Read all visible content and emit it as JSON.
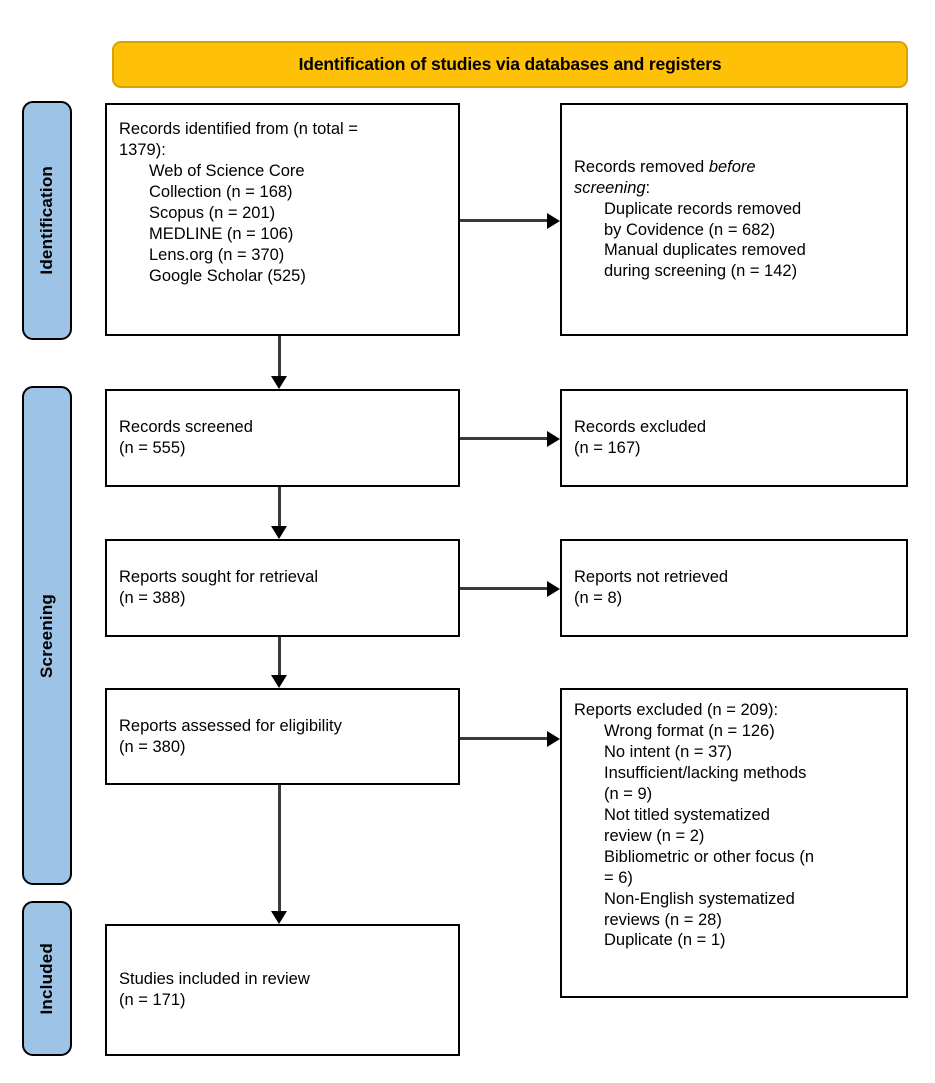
{
  "banner": {
    "title": "Identification of studies via databases and registers"
  },
  "stages": [
    {
      "id": "identification",
      "label": "Identification"
    },
    {
      "id": "screening",
      "label": "Screening"
    },
    {
      "id": "included",
      "label": "Included"
    }
  ],
  "boxes": {
    "identified": {
      "lines": [
        {
          "text": "Records identified from (n total =",
          "indent": false
        },
        {
          "text": "1379):",
          "indent": false
        },
        {
          "text": "Web of Science Core",
          "indent": true
        },
        {
          "text": "Collection (n = 168)",
          "indent": true
        },
        {
          "text": "Scopus (n = 201)",
          "indent": true
        },
        {
          "text": "MEDLINE (n = 106)",
          "indent": true
        },
        {
          "text": "Lens.org (n = 370)",
          "indent": true
        },
        {
          "text": "Google Scholar (525)",
          "indent": true
        }
      ]
    },
    "removed": {
      "lines": [
        {
          "text": "Records removed ",
          "indent": false,
          "italic_tail": "before"
        },
        {
          "text": "",
          "indent": false,
          "italic_lead": "screening",
          "tail": ":"
        },
        {
          "text": "Duplicate records removed",
          "indent": true
        },
        {
          "text": "by Covidence (n = 682)",
          "indent": true
        },
        {
          "text": "Manual duplicates removed",
          "indent": true
        },
        {
          "text": "during screening (n = 142)",
          "indent": true
        }
      ]
    },
    "screened": {
      "lines": [
        {
          "text": "Records screened",
          "indent": false
        },
        {
          "text": "(n = 555)",
          "indent": false
        }
      ]
    },
    "excluded": {
      "lines": [
        {
          "text": "Records excluded",
          "indent": false
        },
        {
          "text": "(n = 167)",
          "indent": false
        }
      ]
    },
    "sought": {
      "lines": [
        {
          "text": "Reports sought for retrieval",
          "indent": false
        },
        {
          "text": "(n = 388)",
          "indent": false
        }
      ]
    },
    "not_retrieved": {
      "lines": [
        {
          "text": "Reports not retrieved",
          "indent": false
        },
        {
          "text": "(n = 8)",
          "indent": false
        }
      ]
    },
    "assessed": {
      "lines": [
        {
          "text": "Reports assessed for eligibility",
          "indent": false
        },
        {
          "text": "(n = 380)",
          "indent": false
        }
      ]
    },
    "reports_excluded": {
      "lines": [
        {
          "text": "Reports excluded (n = 209):",
          "indent": false
        },
        {
          "text": "Wrong format (n = 126)",
          "indent": true
        },
        {
          "text": "No intent (n = 37)",
          "indent": true
        },
        {
          "text": "Insufficient/lacking methods",
          "indent": true
        },
        {
          "text": "(n = 9)",
          "indent": true
        },
        {
          "text": "Not titled systematized",
          "indent": true
        },
        {
          "text": "review (n = 2)",
          "indent": true
        },
        {
          "text": "Bibliometric or other focus (n",
          "indent": true
        },
        {
          "text": "= 6)",
          "indent": true
        },
        {
          "text": "Non-English systematized",
          "indent": true
        },
        {
          "text": "reviews (n = 28)",
          "indent": true
        },
        {
          "text": "Duplicate (n = 1)",
          "indent": true
        }
      ]
    },
    "included": {
      "lines": [
        {
          "text": "Studies included in review",
          "indent": false
        },
        {
          "text": "(n = 171)",
          "indent": false
        }
      ]
    }
  },
  "counts": {
    "total_identified": 1379,
    "web_of_science_core_collection": 168,
    "scopus": 201,
    "medline": 106,
    "lens_org": 370,
    "google_scholar": 525,
    "duplicates_removed_by_covidence": 682,
    "manual_duplicates_removed_during_screening": 142,
    "records_screened": 555,
    "records_excluded": 167,
    "reports_sought_for_retrieval": 388,
    "reports_not_retrieved": 8,
    "reports_assessed_for_eligibility": 380,
    "reports_excluded_total": 209,
    "wrong_format": 126,
    "no_intent": 37,
    "insufficient_lacking_methods": 9,
    "not_titled_systematized_review": 2,
    "bibliometric_or_other_focus": 6,
    "non_english_systematized_reviews": 28,
    "duplicate": 1,
    "studies_included_in_review": 171
  },
  "colors": {
    "banner_fill": "#FFC107",
    "banner_border": "#D9A200",
    "stage_fill": "#9DC3E6",
    "box_border": "#000000",
    "connector": "#3a3a3a",
    "background": "#FFFFFF"
  }
}
